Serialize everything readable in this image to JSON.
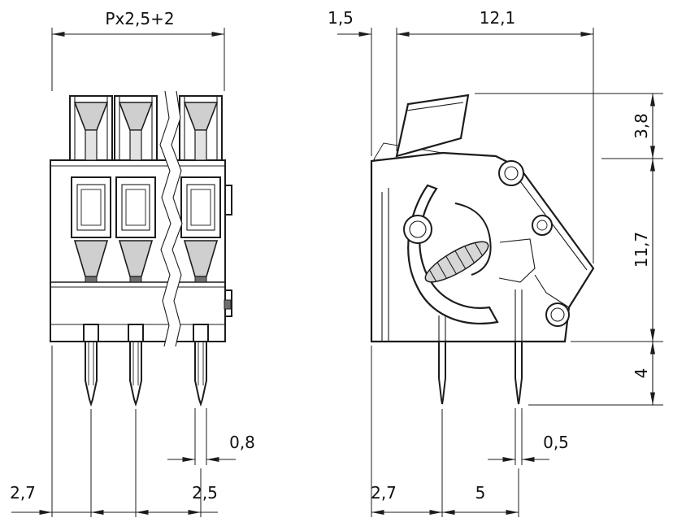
{
  "front_view": {
    "dim_pitch": "Px2,5+2",
    "dim_pin_width": "0,8",
    "dim_edge_to_pin": "2,7",
    "dim_pin_pitch": "2,5"
  },
  "side_view": {
    "dim_lever_overhang": "1,5",
    "dim_depth": "12,1",
    "dim_lever_height": "3,8",
    "dim_housing_height": "11,7",
    "dim_pin_length": "4",
    "dim_pin_thickness": "0,5",
    "dim_edge_to_pin": "2,7",
    "dim_pin_spacing": "5"
  },
  "colors": {
    "line": "#1c1c1c",
    "background": "#ffffff",
    "shading": "#d7d7d7"
  }
}
